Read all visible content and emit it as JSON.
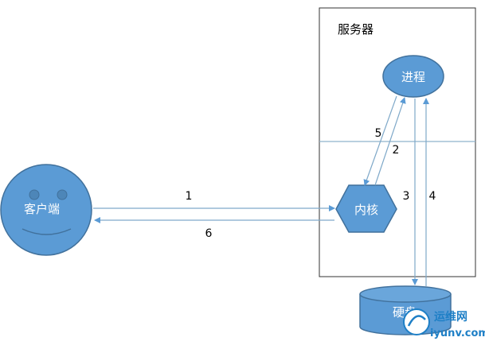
{
  "labels": {
    "server": "服务器",
    "process": "进程",
    "kernel": "内核",
    "client": "客户端",
    "disk": "硬盘"
  },
  "edges": {
    "e1": "1",
    "e2": "2",
    "e3": "3",
    "e4": "4",
    "e5": "5",
    "e6": "6"
  },
  "watermark": {
    "cn": "运维网",
    "site": "iyunv.com"
  },
  "colors": {
    "node_fill": "#5b9bd5",
    "node_stroke": "#41719c",
    "arrow": "#7fa9c9",
    "divider": "#8fb3cc",
    "box_stroke": "#333333",
    "watermark_blue": "#1e7fc6"
  }
}
